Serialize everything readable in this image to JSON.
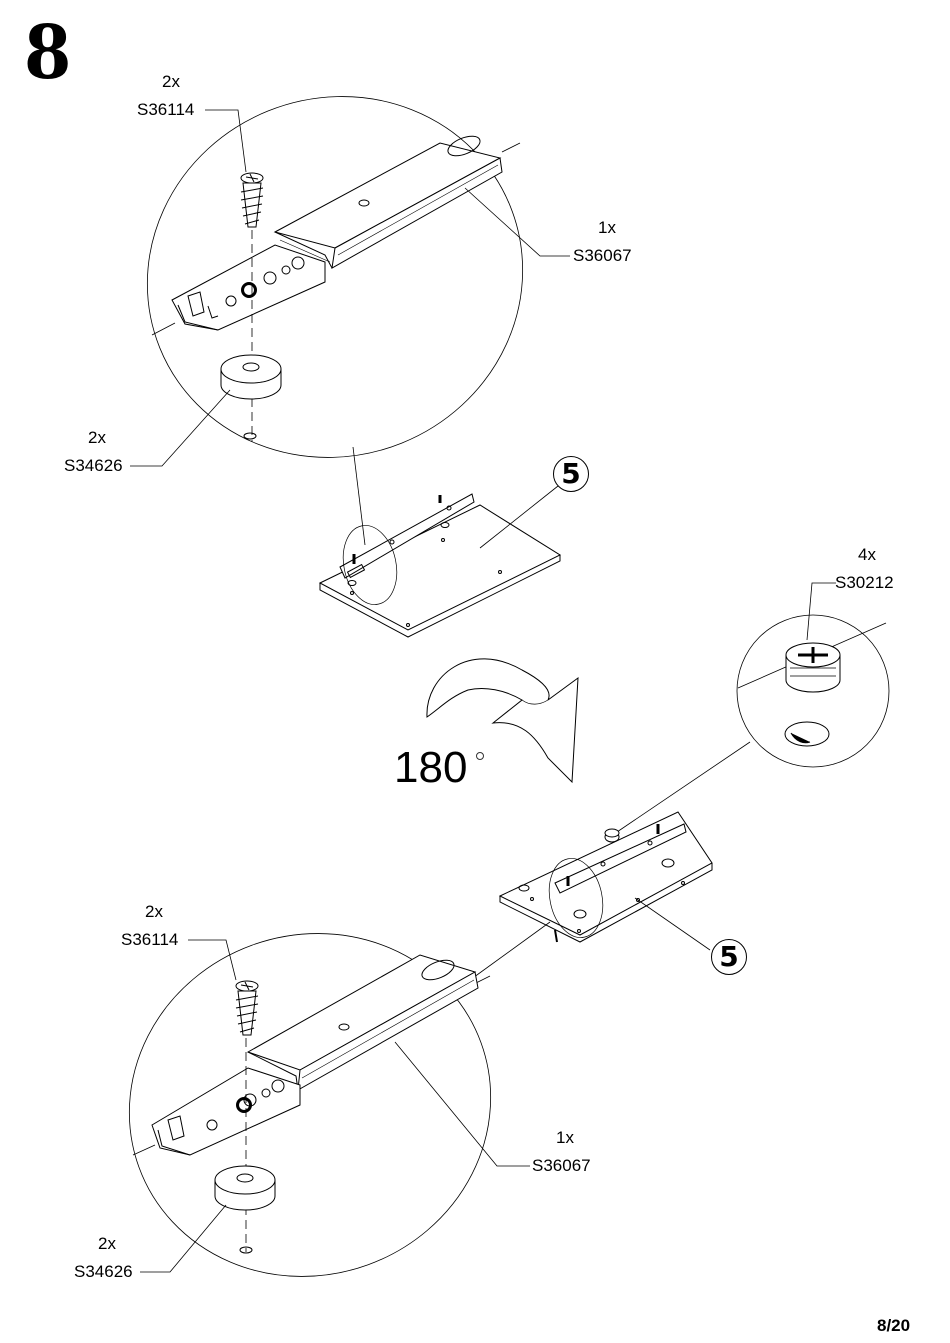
{
  "step_number": "8",
  "page_number": "8/20",
  "rotation": {
    "value": "180"
  },
  "panel_label": "5",
  "top_detail": {
    "screw": {
      "qty": "2x",
      "code": "S36114"
    },
    "rail": {
      "qty": "1x",
      "code": "S36067"
    },
    "spacer": {
      "qty": "2x",
      "code": "S34626"
    }
  },
  "cam_detail": {
    "qty": "4x",
    "code": "S30212"
  },
  "bottom_detail": {
    "screw": {
      "qty": "2x",
      "code": "S36114"
    },
    "rail": {
      "qty": "1x",
      "code": "S36067"
    },
    "spacer": {
      "qty": "2x",
      "code": "S34626"
    }
  }
}
